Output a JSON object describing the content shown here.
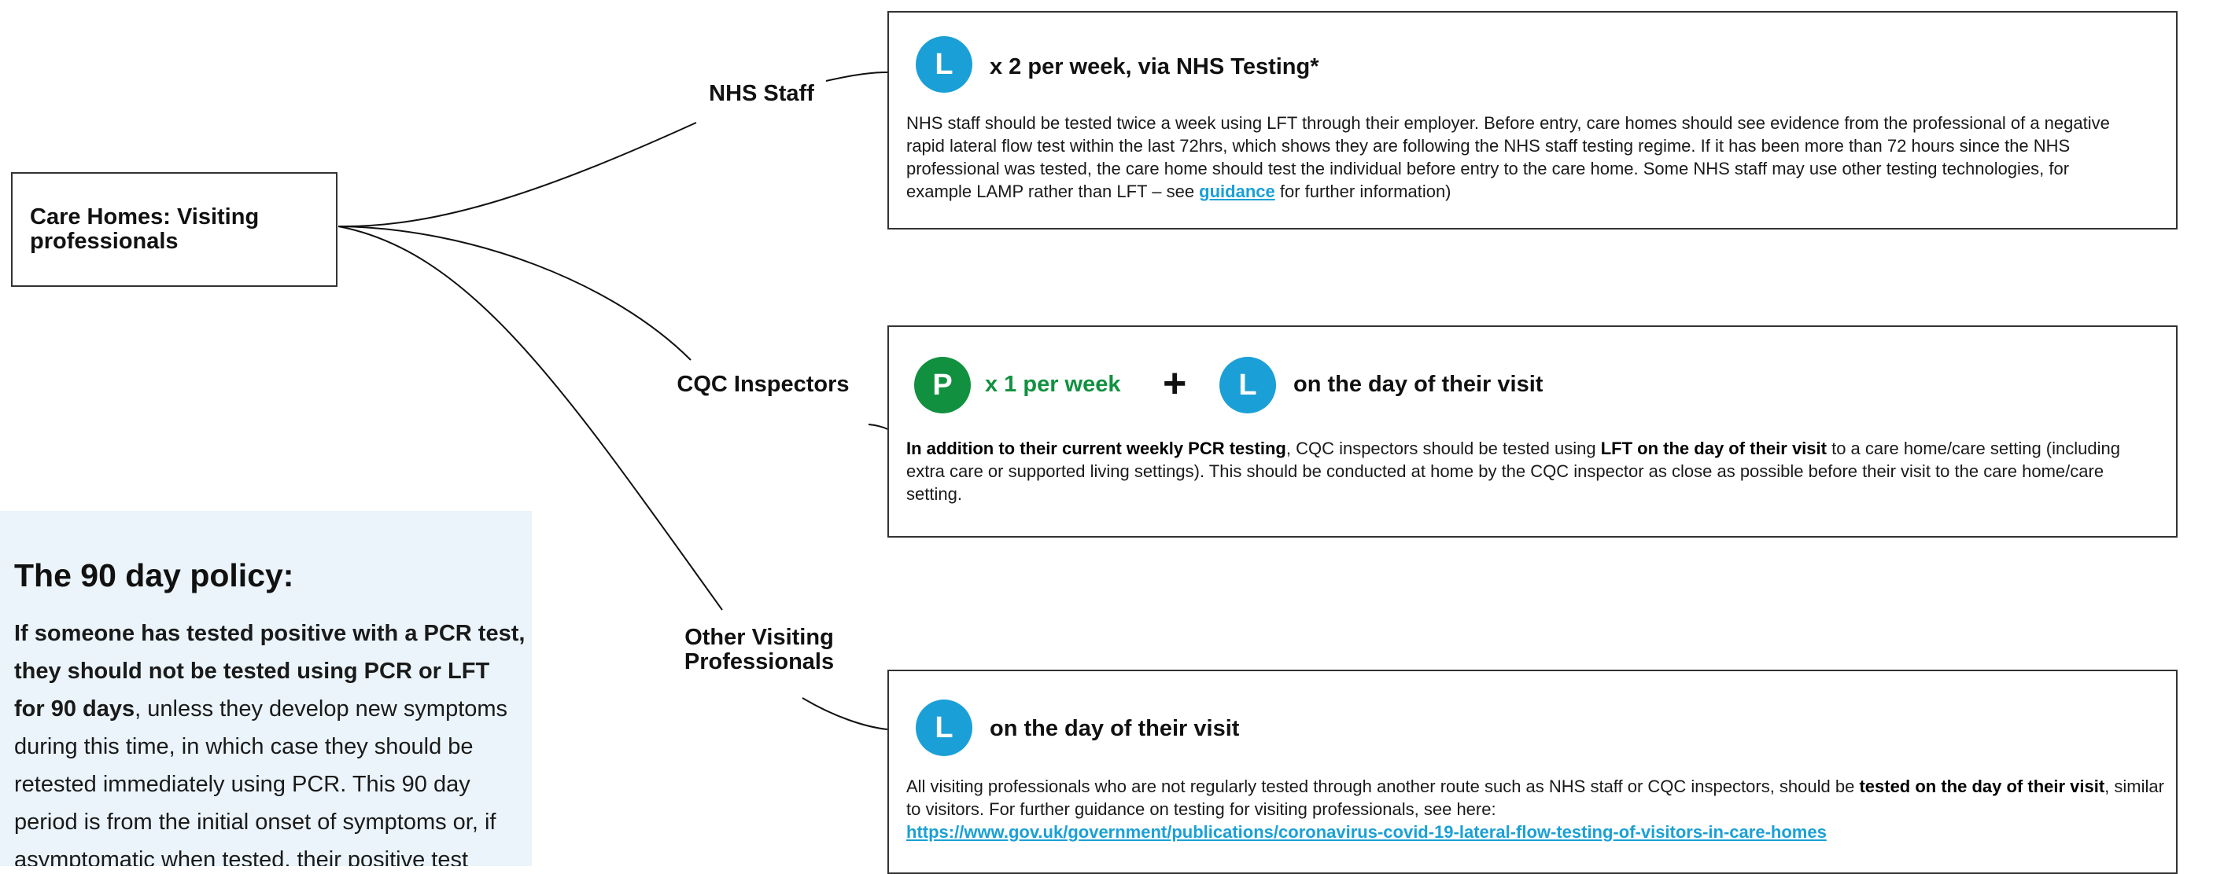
{
  "root": {
    "label": "Care Homes: Visiting professionals"
  },
  "branches": [
    {
      "label": "NHS Staff"
    },
    {
      "label": "CQC Inspectors"
    },
    {
      "label": "Other Visiting Professionals"
    }
  ],
  "cards": {
    "nhs": {
      "badge": "L",
      "heading": "x 2 per week, via NHS Testing*",
      "text_before_link": "NHS staff should be tested twice a week using LFT through their employer. Before entry, care homes should see evidence from the professional of a negative rapid lateral flow test within the last 72hrs, which shows they are following the NHS staff testing regime. If it has been more than 72 hours since the NHS professional was tested, the care home should test the individual before entry to the care home. Some NHS staff may use other testing technologies, for example LAMP rather than LFT – see ",
      "link": "guidance",
      "text_after_link": " for further information)"
    },
    "cqc": {
      "badge_p": "P",
      "heading_p": "x 1 per week",
      "plus": "+",
      "badge_l": "L",
      "heading_l": "on the day of their visit",
      "bold_1": "In addition to their current weekly PCR testing",
      "text_1": ", CQC inspectors should be tested using ",
      "bold_2": "LFT on the day of their visit",
      "text_2": " to a care home/care setting (including extra care or supported living settings). This should be conducted at home by the CQC inspector as close as possible before their visit to the care home/care setting."
    },
    "other": {
      "badge": "L",
      "heading": "on the day of their visit",
      "text_1": "All visiting professionals who are not regularly tested through another route such as NHS staff or CQC inspectors, should be ",
      "bold_1": "tested on the day of their visit",
      "text_2": ", similar to visitors. For further guidance on testing for visiting professionals, see here:",
      "link": "https://www.gov.uk/government/publications/coronavirus-covid-19-lateral-flow-testing-of-visitors-in-care-homes"
    }
  },
  "policy": {
    "title": "The 90 day policy:",
    "bold": "If someone has tested positive with a PCR test, they should not be tested using PCR or LFT for 90 days",
    "text": ", unless they develop new symptoms during this time, in which case they should be retested immediately using PCR. This 90 day period is from the initial onset of symptoms or, if asymptomatic when tested, their positive test result."
  },
  "colors": {
    "lft_blue": "#1aa0d6",
    "pcr_green": "#119140",
    "panel_bg": "#eaf4fa"
  }
}
